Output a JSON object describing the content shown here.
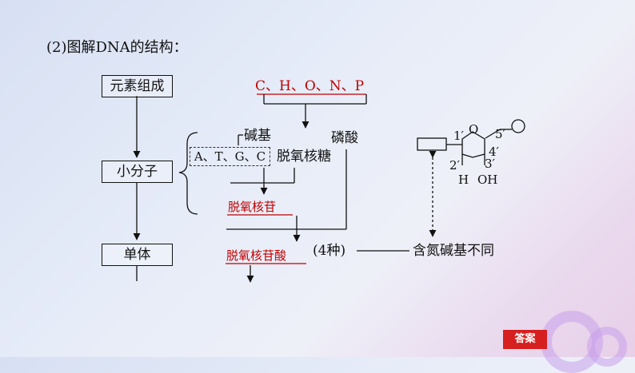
{
  "heading": "(2)图解DNA的结构：",
  "left_column": {
    "box_elements": "元素组成",
    "box_small_molecule": "小分子",
    "box_monomer": "单体"
  },
  "elements_list": "C、H、O、N、P",
  "components": {
    "base_label": "碱基",
    "bases": "A、T、G、C",
    "sugar": "脱氧核糖",
    "phosphate": "磷酸"
  },
  "nucleoside": "脱氧核苷",
  "nucleotide": "脱氧核苷酸",
  "nucleotide_count": "(4种)",
  "difference_note": "含氮碱基不同",
  "structure_labels": {
    "c1": "1′",
    "o": "O",
    "c5": "5′",
    "c4": "4′",
    "c3": "3′",
    "c2": "2′",
    "h": "H",
    "oh": "OH"
  },
  "answer_button": "答案",
  "colors": {
    "answer_red": "#c00000",
    "button_red": "#d61f1f"
  }
}
